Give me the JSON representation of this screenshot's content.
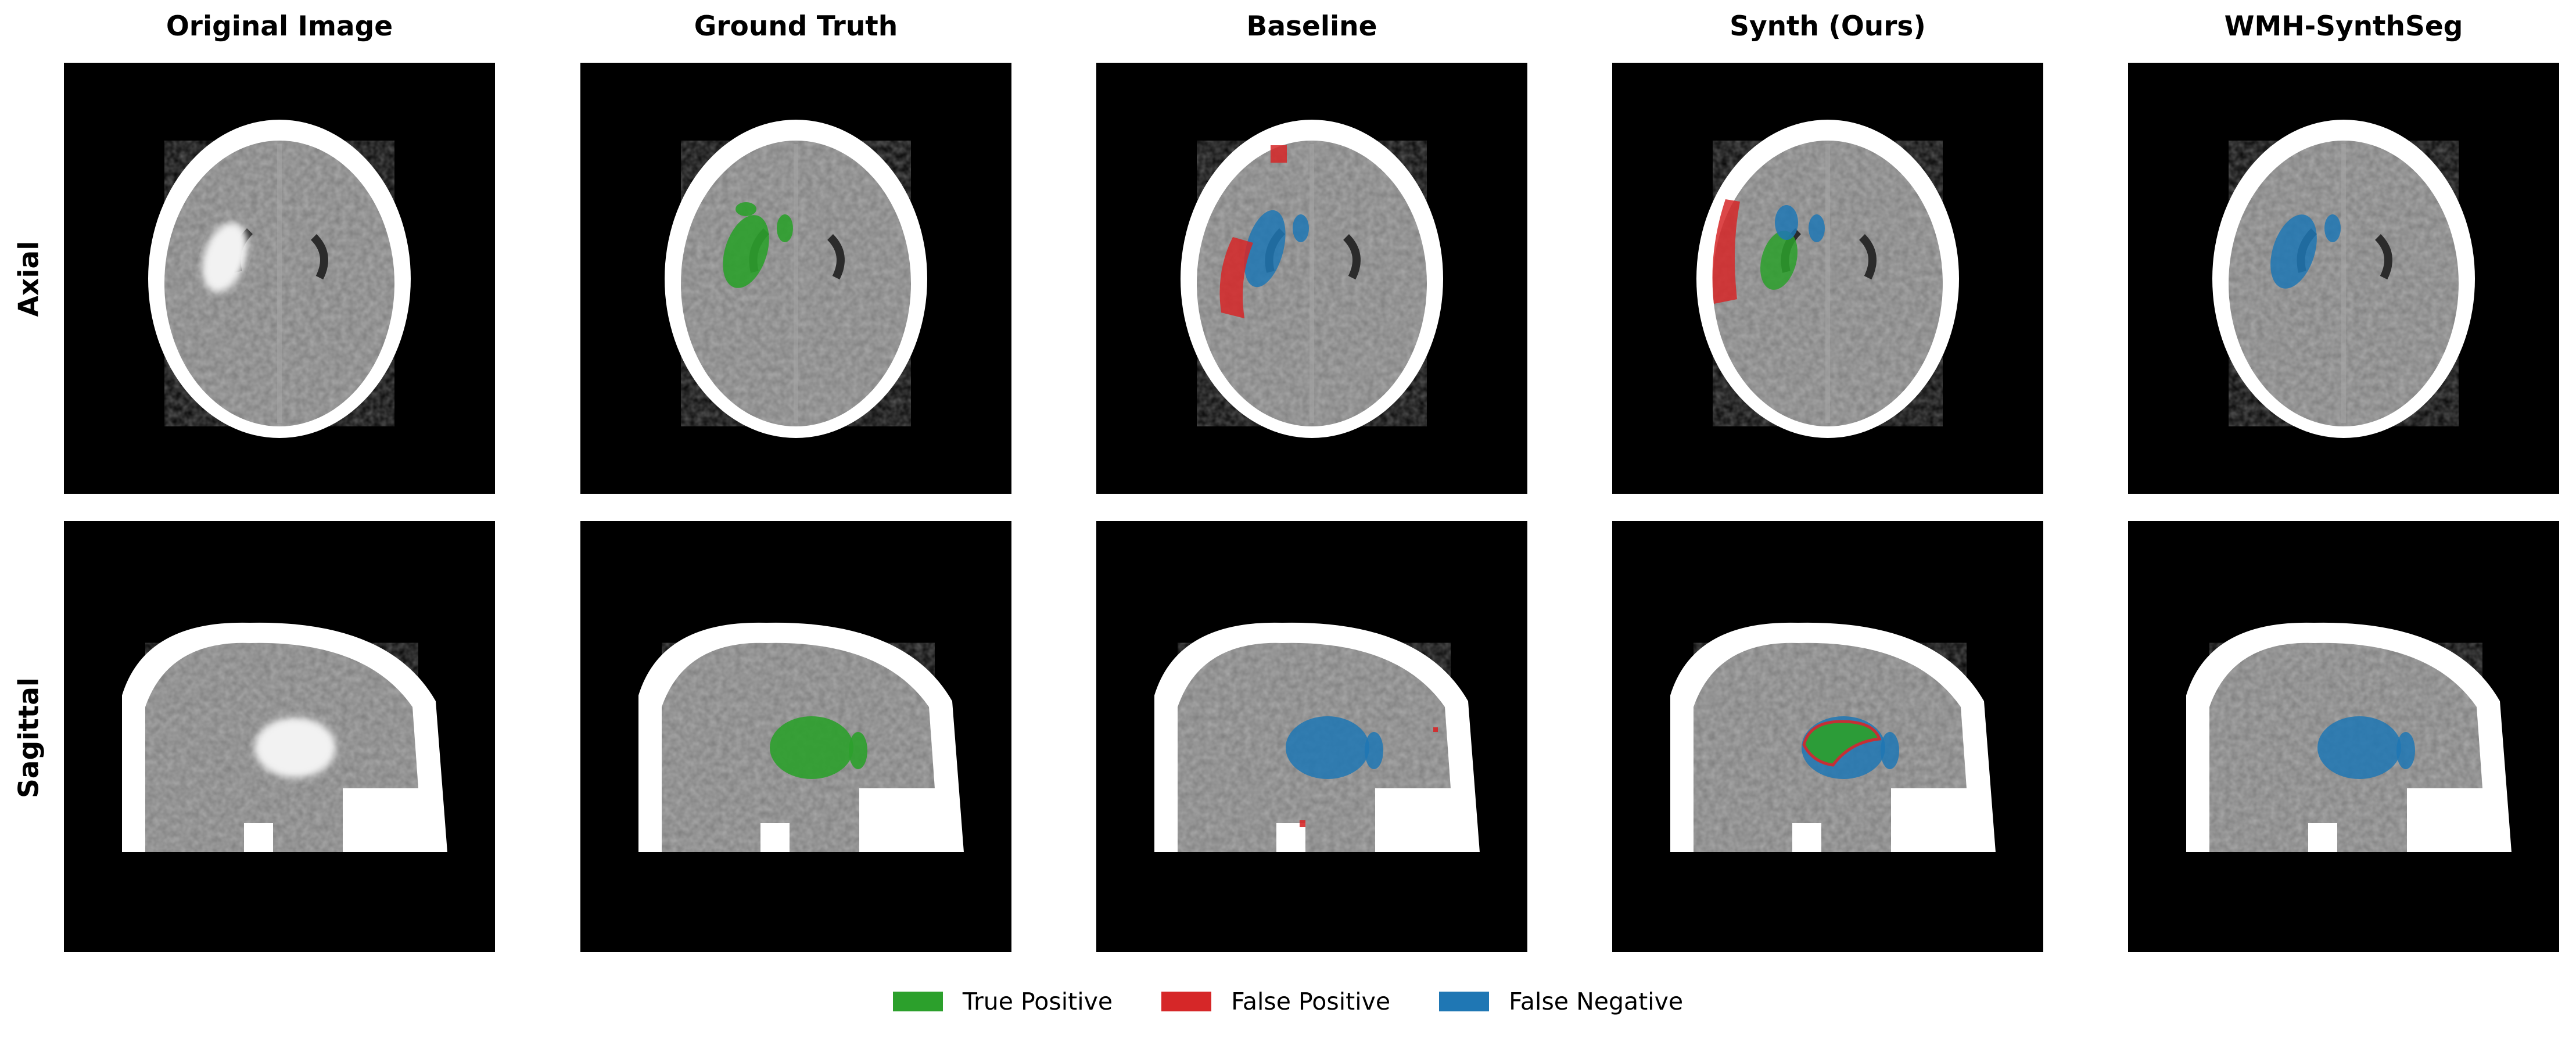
{
  "columns": [
    {
      "title": "Original Image",
      "overlay": "none"
    },
    {
      "title": "Ground Truth",
      "overlay": "gt"
    },
    {
      "title": "Baseline",
      "overlay": "baseline"
    },
    {
      "title": "Synth (Ours)",
      "overlay": "synth"
    },
    {
      "title": "WMH-SynthSeg",
      "overlay": "wmh"
    }
  ],
  "rows": [
    {
      "label": "Axial"
    },
    {
      "label": "Sagittal"
    }
  ],
  "legend": [
    {
      "label": "True Positive",
      "color": "#2ca02c"
    },
    {
      "label": "False Positive",
      "color": "#d62728"
    },
    {
      "label": "False Negative",
      "color": "#1f77b4"
    }
  ],
  "colors": {
    "true_positive": "#2ca02c",
    "false_positive": "#d62728",
    "false_negative": "#1f77b4",
    "panel_background": "#000000",
    "skull": "#ffffff",
    "hemorrhage_bright": "#f2f2f2"
  }
}
